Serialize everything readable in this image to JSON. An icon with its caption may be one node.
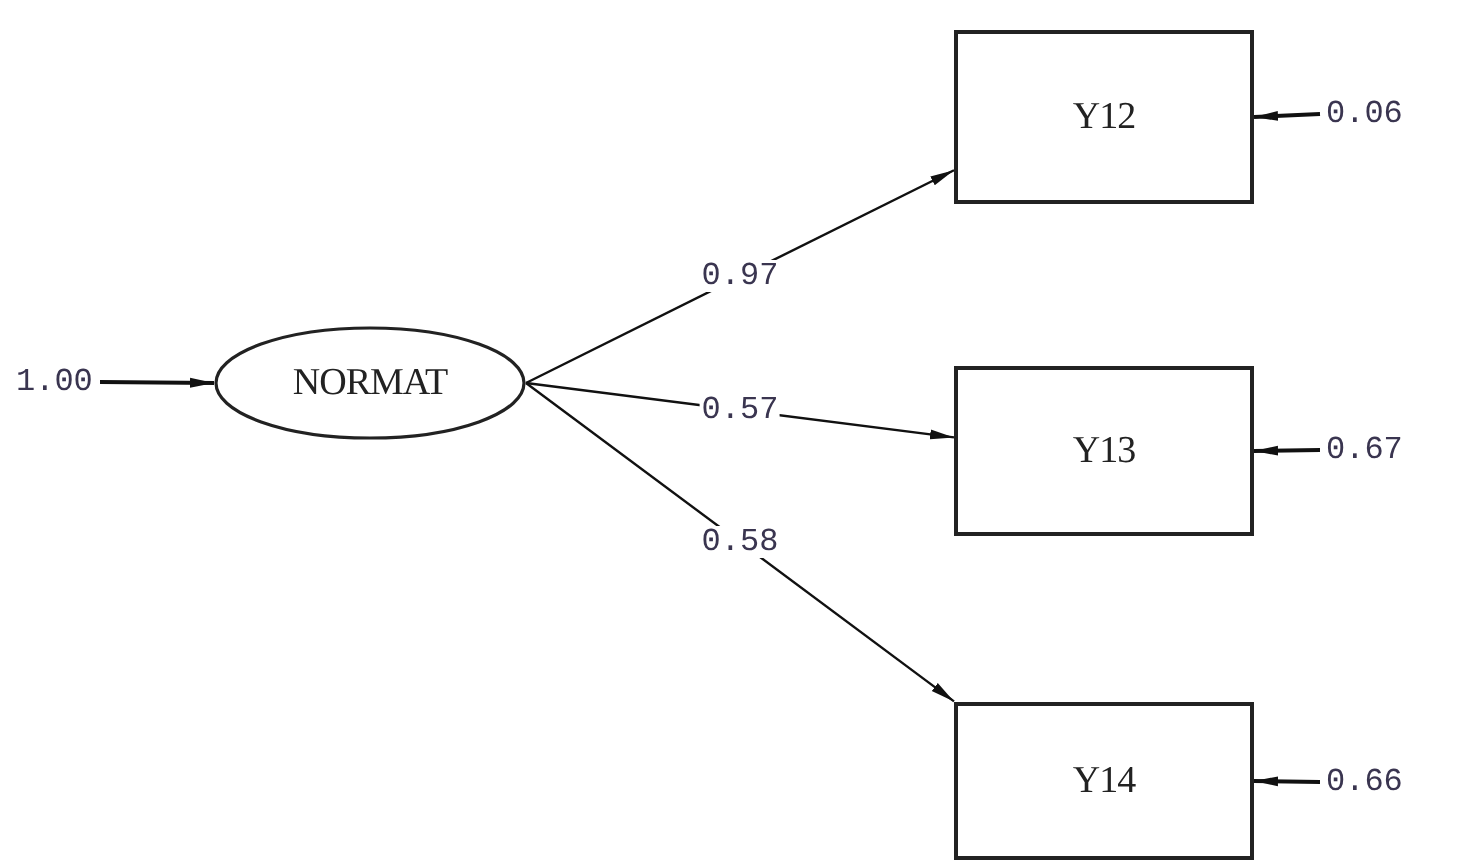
{
  "diagram": {
    "nodes": [
      {
        "text": [
          "NORMAT"
        ]
      },
      {
        "text": [
          "Y12"
        ]
      },
      {
        "text": [
          "Y13"
        ]
      },
      {
        "text": [
          "Y14"
        ]
      },
      {
        "text": [
          "1.00"
        ]
      },
      {
        "text": [
          "0.06"
        ]
      },
      {
        "text": [
          "0.67"
        ]
      },
      {
        "text": [
          "0.66"
        ]
      }
    ],
    "edges": [
      {
        "from": 0,
        "to": 1,
        "arrow": "to",
        "label": "0.97"
      },
      {
        "from": 0,
        "to": 2,
        "arrow": "to",
        "label": "0.57"
      },
      {
        "from": 0,
        "to": 3,
        "arrow": "to",
        "label": "0.58"
      },
      {
        "from": 4,
        "to": 0,
        "arrow": "to"
      },
      {
        "from": 5,
        "to": 1,
        "arrow": "to"
      },
      {
        "from": 6,
        "to": 2,
        "arrow": "to"
      },
      {
        "from": 7,
        "to": 3,
        "arrow": "to"
      }
    ]
  }
}
